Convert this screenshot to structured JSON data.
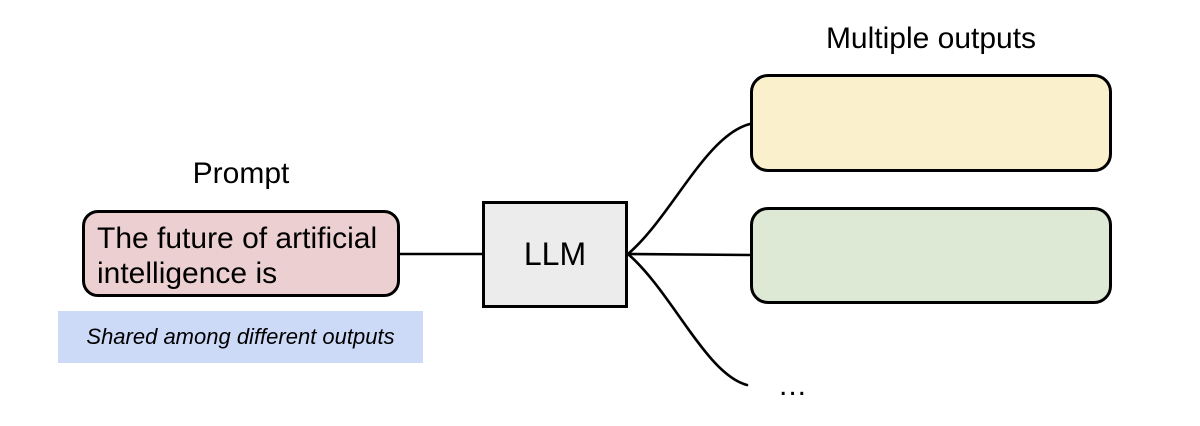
{
  "diagram": {
    "prompt": {
      "title": "Prompt",
      "box_text": "The future of artificial intelligence is",
      "note": "Shared among different outputs"
    },
    "model": {
      "label": "LLM"
    },
    "outputs": {
      "title": "Multiple outputs",
      "ellipsis": "..."
    }
  },
  "colors": {
    "background": "#ffffff",
    "stroke": "#000000",
    "prompt-fill": "#ebcfd1",
    "note-fill": "#ccd9f7",
    "model-fill": "#ececec",
    "output1-fill": "#faf0cb",
    "output2-fill": "#dde9d4"
  }
}
